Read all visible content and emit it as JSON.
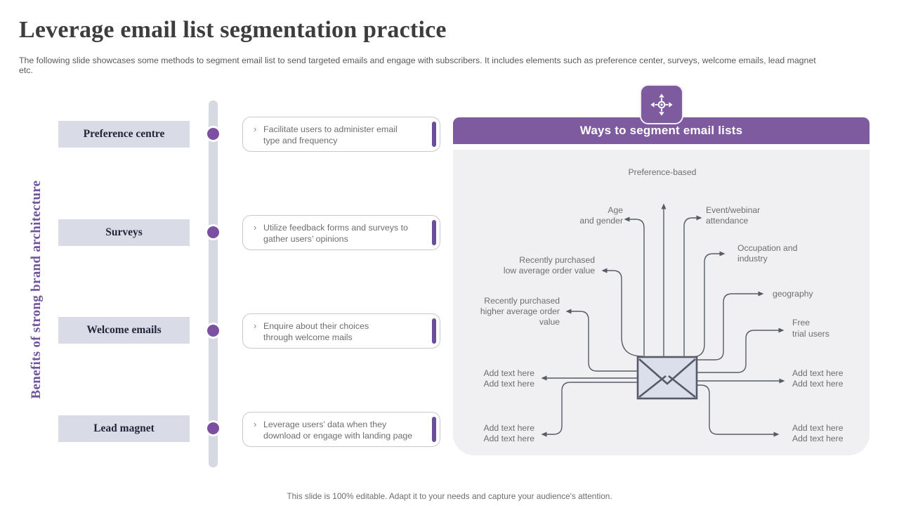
{
  "slide": {
    "title": "Leverage email list segmentation practice",
    "subtitle": "The following slide showcases some methods to segment email list to send targeted emails and engage with subscribers. It includes elements such as preference center, surveys, welcome emails, lead magnet etc.",
    "side_label": "Benefits of strong brand architecture",
    "footer": "This slide is 100% editable.  Adapt it to your needs and capture your audience's attention."
  },
  "timeline": {
    "bullet": "›",
    "items": [
      {
        "label": "Preference centre",
        "description": "Facilitate users to administer email\ntype and frequency"
      },
      {
        "label": "Surveys",
        "description": "Utilize feedback forms and surveys to\ngather users’ opinions"
      },
      {
        "label": "Welcome emails",
        "description": "Enquire about their choices\nthrough welcome mails"
      },
      {
        "label": "Lead magnet",
        "description": "Leverage  users’ data when they\ndownload or engage with landing page"
      }
    ]
  },
  "panel": {
    "title": "Ways to segment email lists",
    "labels": {
      "preference_based": "Preference-based",
      "age_gender": "Age\nand gender",
      "event_webinar": "Event/webinar\nattendance",
      "occupation": "Occupation and\nindustry",
      "low_avg": "Recently purchased\nlow average  order value",
      "higher_avg": "Recently purchased\nhigher average  order\nvalue",
      "geography": "geography",
      "free_trial": "Free\ntrial users",
      "add_left_mid": "Add text here\nAdd text here",
      "add_left_bottom": "Add text here\nAdd text here",
      "add_right_mid": "Add text here\nAdd text here",
      "add_right_bottom": "Add text here\nAdd text here"
    }
  },
  "colors": {
    "purple": "#7d5b9e",
    "purple_bar": "#6b4f96",
    "dot": "#7b50a0",
    "label_box_bg": "#d9dce6",
    "timeline_bar": "#d6d8e2",
    "panel_bg": "#f0f0f2",
    "connector": "#565b66",
    "text_gray": "#6e6e6e"
  }
}
